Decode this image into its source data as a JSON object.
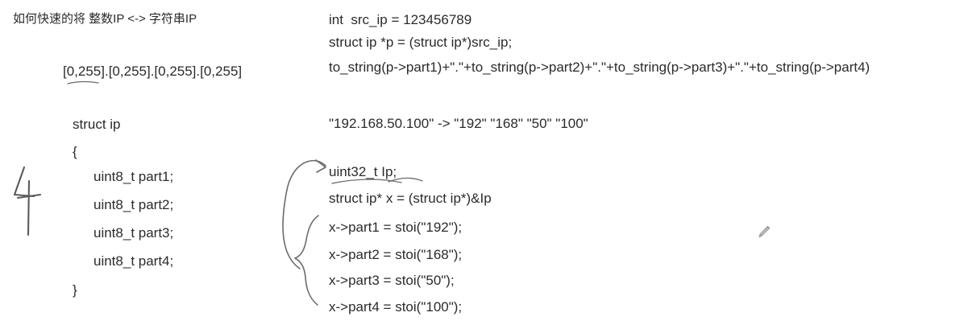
{
  "page": {
    "background": "#ffffff",
    "ink_color": "#6b6b6b",
    "text_color": "#2b2b2b"
  },
  "left_column": {
    "title": "如何快速的将 整数IP <-> 字符串IP",
    "range_line": "[0,255].[0,255].[0,255].[0,255]",
    "struct": {
      "head": "struct ip",
      "open_brace": "{",
      "fields": [
        "uint8_t part1;",
        "uint8_t part2;",
        "uint8_t part3;",
        "uint8_t part4;"
      ],
      "close_brace": "}"
    }
  },
  "right_column": {
    "int_to_string": {
      "decl_int": "int  src_ip = 123456789",
      "decl_ptr": "struct ip *p = (struct ip*)src_ip;",
      "build_string": "to_string(p->part1)+\".\"+to_string(p->part2)+\".\"+to_string(p->part3)+\".\"+to_string(p->part4)"
    },
    "example_line": "\"192.168.50.100\" -> \"192\" \"168\" \"50\" \"100\"",
    "string_to_int": {
      "decl_uint": "uint32_t Ip;",
      "decl_view": "struct ip* x = (struct ip*)&Ip",
      "assign": [
        "x->part1 = stoi(\"192\");",
        "x->part2 = stoi(\"168\");",
        "x->part3 = stoi(\"50\");",
        "x->part4 = stoi(\"100\");"
      ]
    }
  },
  "annotations": {
    "margin_digit": "4",
    "underline_range": "underline under [0,255",
    "underline_struct_ptr": "underline under struct ip*",
    "arrow_to_uint32": "hand-drawn hook arrow pointing to uint32_t Ip;",
    "brace_group_assigns": "hand-drawn brace grouping the four x->partN assignments",
    "cursor_icon": "pencil-cursor"
  }
}
